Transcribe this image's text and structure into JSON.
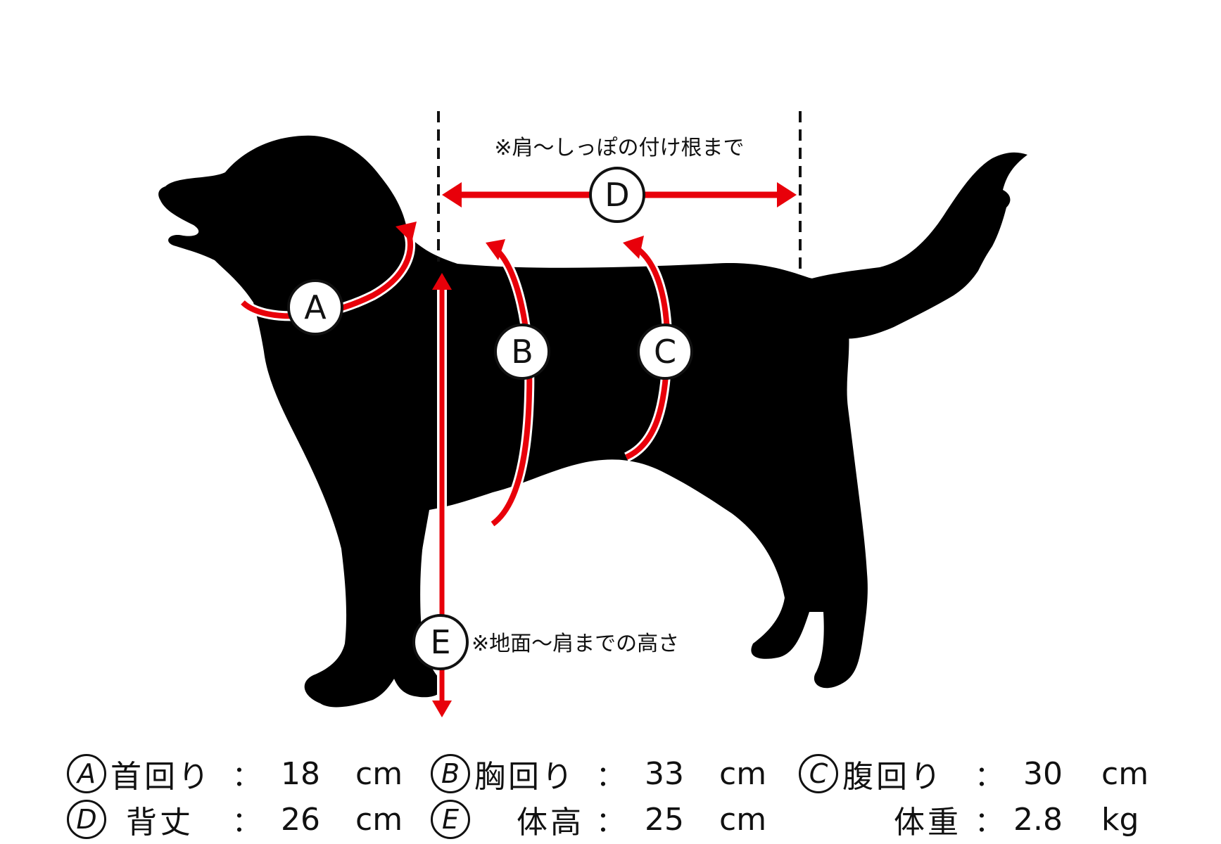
{
  "notes": {
    "back_length_note": "※肩～しっぽの付け根まで",
    "height_note": "※地面～肩までの高さ"
  },
  "markers": {
    "a": "A",
    "b": "B",
    "c": "C",
    "d": "D",
    "e": "E"
  },
  "colors": {
    "accent": "#e8000a",
    "silhouette": "#000000",
    "background": "#ffffff"
  },
  "measurements": [
    {
      "marker": "A",
      "label": "首回り",
      "colon": "：",
      "value": "18",
      "unit": "cm"
    },
    {
      "marker": "B",
      "label": "胸回り",
      "colon": "：",
      "value": "33",
      "unit": "cm"
    },
    {
      "marker": "C",
      "label": "腹回り",
      "colon": "：",
      "value": "30",
      "unit": "cm"
    },
    {
      "marker": "D",
      "label": "背丈",
      "colon": "：",
      "value": "26",
      "unit": "cm"
    },
    {
      "marker": "E",
      "label": "体高",
      "colon": "：",
      "value": "25",
      "unit": "cm"
    },
    {
      "marker": "",
      "label": "体重",
      "colon": "：",
      "value": "2.8",
      "unit": "kg"
    }
  ]
}
